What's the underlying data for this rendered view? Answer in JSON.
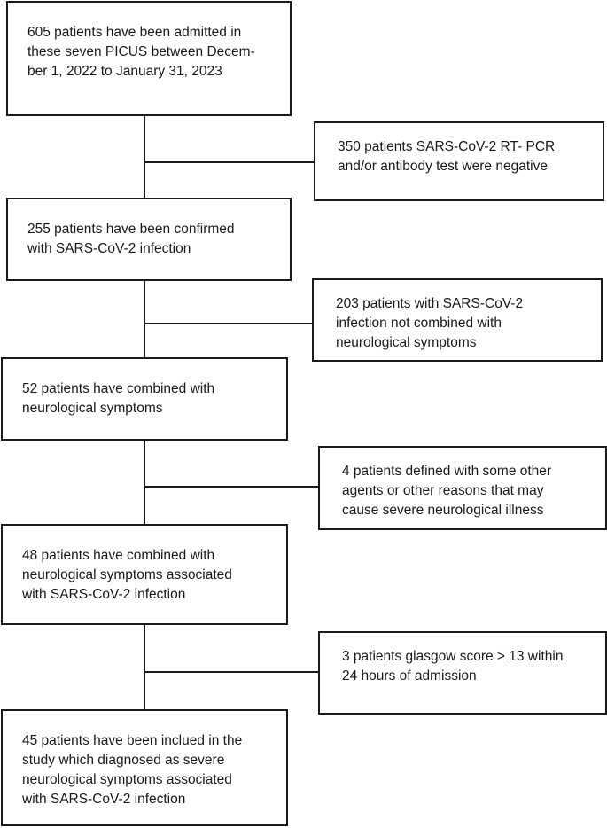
{
  "flowchart": {
    "main_steps": [
      {
        "text": "605 patients have been admitted in\nthese seven PICUS between Decem-\nber 1, 2022 to January 31, 2023"
      },
      {
        "text": "255 patients have been confirmed\nwith SARS-CoV-2 infection"
      },
      {
        "text": "52 patients have combined with\nneurological symptoms"
      },
      {
        "text": "48 patients have combined with\nneurological symptoms associated\nwith SARS-CoV-2 infection"
      },
      {
        "text": "45 patients have been inclued in the\nstudy which diagnosed as severe\nneurological symptoms associated\nwith SARS-CoV-2 infection"
      }
    ],
    "exclusions": [
      {
        "text": "350 patients SARS-CoV-2 RT- PCR\nand/or antibody test were negative"
      },
      {
        "text": "203 patients with SARS-CoV-2\ninfection not combined with\nneurological symptoms"
      },
      {
        "text": "4 patients defined with some other\nagents or other reasons that may\ncause severe neurological illness"
      },
      {
        "text": "3 patients glasgow score > 13 within\n24 hours of admission"
      }
    ]
  }
}
